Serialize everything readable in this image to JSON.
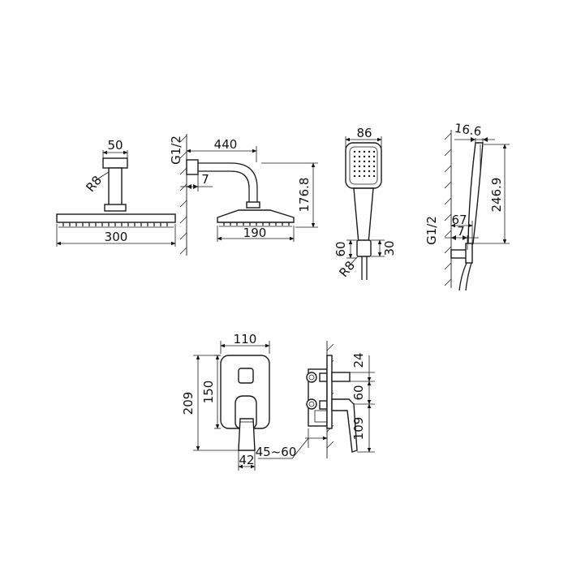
{
  "dimensions": {
    "overhead_head": {
      "arm_width": "50",
      "radius": "R8",
      "head_width": "300"
    },
    "wall_head": {
      "thread": "G1/2",
      "projection": "440",
      "offset": "7",
      "drop": "176.8",
      "head_width": "190"
    },
    "hand_shower_front": {
      "width": "86",
      "holder_height": "60",
      "holder_width": "30",
      "radius": "R8"
    },
    "hand_shower_side": {
      "depth": "16.6",
      "length": "246.9",
      "thread": "G1/2",
      "holder_projection": "67",
      "offset": "7"
    },
    "mixer_front": {
      "plate_width": "110",
      "plate_height": "150",
      "overall_height": "209",
      "handle_width": "42"
    },
    "mixer_side": {
      "top_offset": "24",
      "spacing": "60",
      "lower_offset": "109",
      "install_depth": "45~60"
    }
  }
}
